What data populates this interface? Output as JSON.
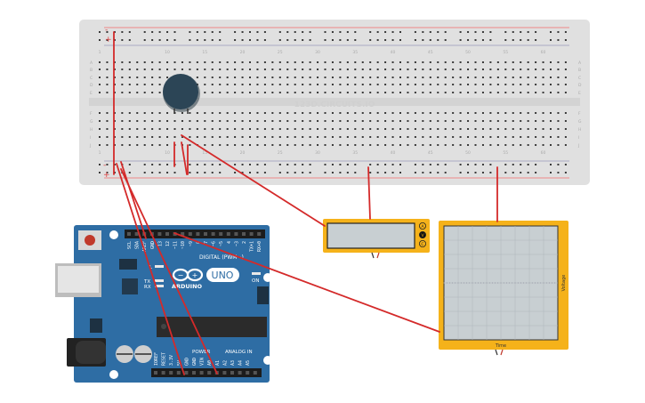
{
  "breadboard": {
    "watermark": "123D.CIRCUITS.IO",
    "row_letters_top": [
      "A",
      "B",
      "C",
      "D",
      "E"
    ],
    "row_letters_bottom": [
      "F",
      "G",
      "H",
      "I",
      "J"
    ],
    "column_numbers": [
      "1",
      "10",
      "15",
      "20",
      "25",
      "30",
      "35",
      "40",
      "45",
      "50",
      "55",
      "60"
    ],
    "rail_plus": "+",
    "rail_minus": "-"
  },
  "buzzer": {
    "name": "piezo buzzer"
  },
  "arduino": {
    "brand": "ARDUINO",
    "model": "UNO",
    "digital_label": "DIGITAL (PWM~)",
    "power_label": "POWER",
    "analog_label": "ANALOG IN",
    "on_label": "ON",
    "tx_label": "TX",
    "rx_label": "RX",
    "l_label": "L",
    "top_pins": [
      "SCL",
      "SDA",
      "AREF",
      "GND",
      "13",
      "12",
      "~11",
      "~10",
      "~9",
      "8",
      "7",
      "~6",
      "~5",
      "4",
      "~3",
      "2",
      "TX+1",
      "RX+0"
    ],
    "bottom_pins": [
      "IOREF",
      "RESET",
      "3.3V",
      "5V",
      "GND",
      "GND",
      "VIN",
      "A0",
      "A1",
      "A2",
      "A3",
      "A4",
      "A5"
    ]
  },
  "multimeter": {
    "terminals": [
      "A",
      "V",
      "C"
    ]
  },
  "oscilloscope": {
    "y_label": "Voltage",
    "x_label": "Time"
  },
  "colors": {
    "breadboard": "#e0e0e0",
    "wire": "#d42a2a",
    "arduino_board": "#2e6da4",
    "instrument_frame": "#f5b21a",
    "screen": "#c8cfd2"
  }
}
